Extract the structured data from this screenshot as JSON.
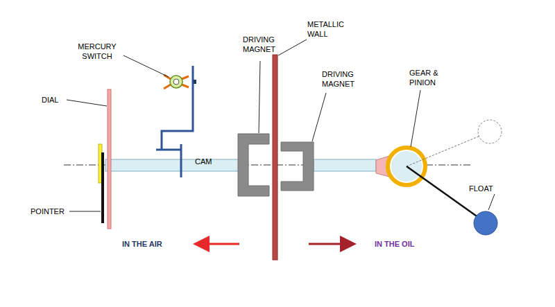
{
  "diagram": {
    "labels": [
      "METALLIC WALL",
      "MERCURY SWITCH",
      "DRIVING MAGNET",
      "DRIVING MAGNET",
      "GEAR & PINION",
      "DIAL",
      "CAM",
      "FLOAT",
      "POINTER",
      "IN THE AIR",
      "IN THE OIL"
    ]
  }
}
